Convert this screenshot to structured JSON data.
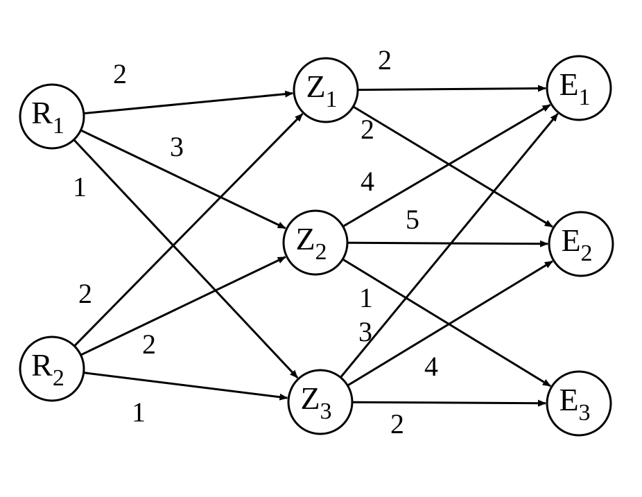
{
  "nodes": [
    {
      "id": "R1",
      "letter": "R",
      "sub": "1"
    },
    {
      "id": "R2",
      "letter": "R",
      "sub": "2"
    },
    {
      "id": "Z1",
      "letter": "Z",
      "sub": "1"
    },
    {
      "id": "Z2",
      "letter": "Z",
      "sub": "2"
    },
    {
      "id": "Z3",
      "letter": "Z",
      "sub": "3"
    },
    {
      "id": "E1",
      "letter": "E",
      "sub": "1"
    },
    {
      "id": "E2",
      "letter": "E",
      "sub": "2"
    },
    {
      "id": "E3",
      "letter": "E",
      "sub": "3"
    }
  ],
  "edges": [
    {
      "from": "R1",
      "to": "Z1",
      "weight": "2"
    },
    {
      "from": "R1",
      "to": "Z2",
      "weight": "3"
    },
    {
      "from": "R1",
      "to": "Z3",
      "weight": "1"
    },
    {
      "from": "R2",
      "to": "Z1",
      "weight": "2"
    },
    {
      "from": "R2",
      "to": "Z2",
      "weight": "2"
    },
    {
      "from": "R2",
      "to": "Z3",
      "weight": "1"
    },
    {
      "from": "Z1",
      "to": "E1",
      "weight": "2"
    },
    {
      "from": "Z1",
      "to": "E2",
      "weight": "2"
    },
    {
      "from": "Z2",
      "to": "E1",
      "weight": "4"
    },
    {
      "from": "Z2",
      "to": "E2",
      "weight": "5"
    },
    {
      "from": "Z2",
      "to": "E3",
      "weight": "1"
    },
    {
      "from": "Z3",
      "to": "E1",
      "weight": "3"
    },
    {
      "from": "Z3",
      "to": "E2",
      "weight": "4"
    },
    {
      "from": "Z3",
      "to": "E3",
      "weight": "2"
    }
  ]
}
